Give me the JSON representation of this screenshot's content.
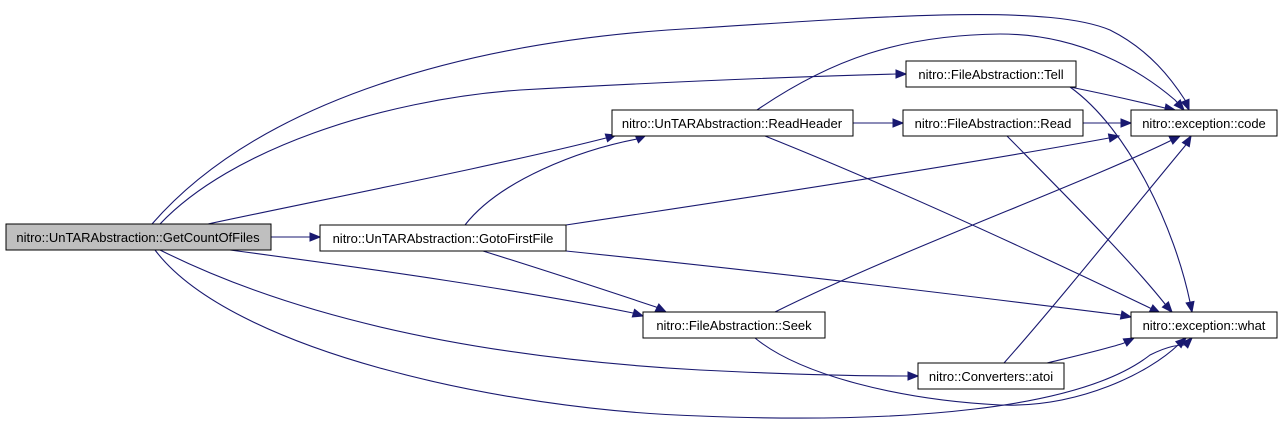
{
  "colors": {
    "edge": "#191970",
    "root_fill": "#bfbfbf",
    "node_fill": "#ffffff",
    "node_border": "#000000"
  },
  "nodes": {
    "root": "nitro::UnTARAbstraction::GetCountOfFiles",
    "goto_first_file": "nitro::UnTARAbstraction::GotoFirstFile",
    "read_header": "nitro::UnTARAbstraction::ReadHeader",
    "file_tell": "nitro::FileAbstraction::Tell",
    "file_read": "nitro::FileAbstraction::Read",
    "file_seek": "nitro::FileAbstraction::Seek",
    "converters_atoi": "nitro::Converters::atoi",
    "exception_code": "nitro::exception::code",
    "exception_what": "nitro::exception::what"
  },
  "edges": [
    {
      "from": "root",
      "to": "goto_first_file"
    },
    {
      "from": "root",
      "to": "read_header"
    },
    {
      "from": "root",
      "to": "file_tell"
    },
    {
      "from": "root",
      "to": "exception_code"
    },
    {
      "from": "root",
      "to": "file_seek"
    },
    {
      "from": "root",
      "to": "converters_atoi"
    },
    {
      "from": "root",
      "to": "exception_what"
    },
    {
      "from": "goto_first_file",
      "to": "read_header"
    },
    {
      "from": "goto_first_file",
      "to": "file_seek"
    },
    {
      "from": "goto_first_file",
      "to": "exception_code"
    },
    {
      "from": "goto_first_file",
      "to": "exception_what"
    },
    {
      "from": "read_header",
      "to": "file_read"
    },
    {
      "from": "read_header",
      "to": "exception_code"
    },
    {
      "from": "read_header",
      "to": "exception_what"
    },
    {
      "from": "file_tell",
      "to": "exception_code"
    },
    {
      "from": "file_tell",
      "to": "exception_what"
    },
    {
      "from": "file_read",
      "to": "exception_code"
    },
    {
      "from": "file_read",
      "to": "exception_what"
    },
    {
      "from": "file_seek",
      "to": "exception_code"
    },
    {
      "from": "file_seek",
      "to": "exception_what"
    },
    {
      "from": "converters_atoi",
      "to": "exception_code"
    },
    {
      "from": "converters_atoi",
      "to": "exception_what"
    }
  ]
}
